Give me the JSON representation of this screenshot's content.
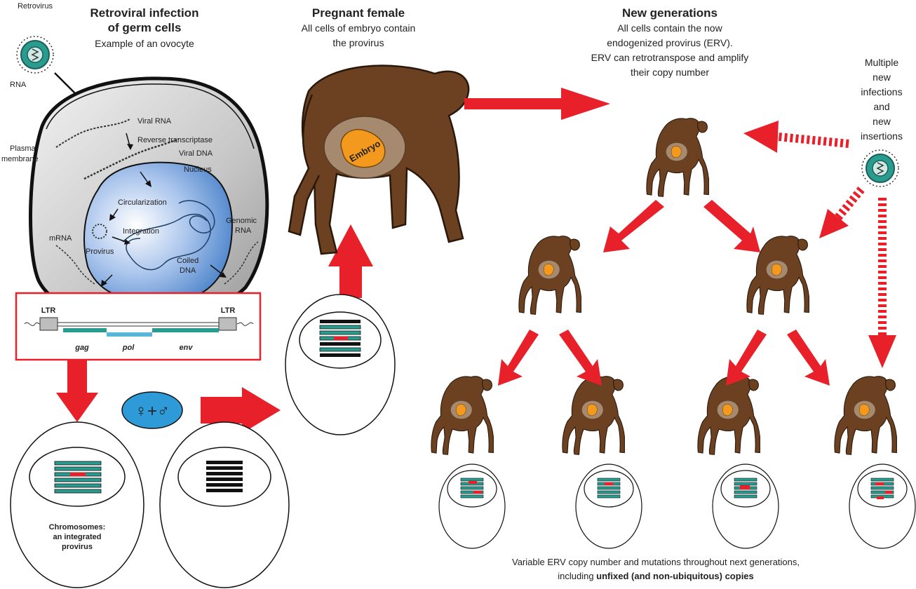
{
  "infection": {
    "title_line1": "Retroviral infection",
    "title_line2": "of germ cells",
    "subtitle": "Example of an ovocyte",
    "retrovirus_label": "Retrovirus",
    "rna_label": "RNA",
    "plasma_line1": "Plasma",
    "plasma_line2": "membrane",
    "viral_rna": "Viral RNA",
    "reverse_transcriptase": "Reverse transcriptase",
    "viral_dna": "Viral DNA",
    "nucleus": "Nucleus",
    "circularization": "Circularization",
    "integration": "Integration",
    "genomic_line1": "Genomic",
    "genomic_line2": "RNA",
    "mrna": "mRNA",
    "provirus": "Provirus",
    "coiled_line1": "Coiled",
    "coiled_line2": "DNA"
  },
  "provirus_map": {
    "ltr_left": "LTR",
    "ltr_right": "LTR",
    "gag": "gag",
    "pol": "pol",
    "env": "env"
  },
  "cells": {
    "fertilization_symbols": "♀+♂",
    "chromosomes_line1": "Chromosomes:",
    "chromosomes_line2": "an integrated",
    "chromosomes_line3": "provirus"
  },
  "pregnant": {
    "title": "Pregnant female",
    "desc_line1": "All cells of embryo contain",
    "desc_line2": "the provirus",
    "embryo_label": "Embryo"
  },
  "generations": {
    "title": "New generations",
    "desc_line1": "All cells contain the now",
    "desc_line2": "endogenized provirus (ERV).",
    "desc_line3": "ERV can retrotranspose and amplify",
    "desc_line4": "their copy number",
    "multi_line1": "Multiple",
    "multi_line2": "new",
    "multi_line3": "infections",
    "multi_line4": "and",
    "multi_line5": "new",
    "multi_line6": "insertions",
    "footer_line1": "Variable ERV copy number and mutations throughout next generations,",
    "footer_line2_prefix": "including ",
    "footer_line2_bold": "unfixed (and non-ubiquitous) copies"
  },
  "colors": {
    "arrow_red": "#e8202a",
    "monkey_brown": "#6b4122",
    "embryo_orange": "#f39a1e",
    "cell_gray": "#bdbdbd",
    "nucleus_blue": "#4f86c6",
    "teal": "#2a9c8f",
    "fert_blue": "#2f9ad8"
  }
}
